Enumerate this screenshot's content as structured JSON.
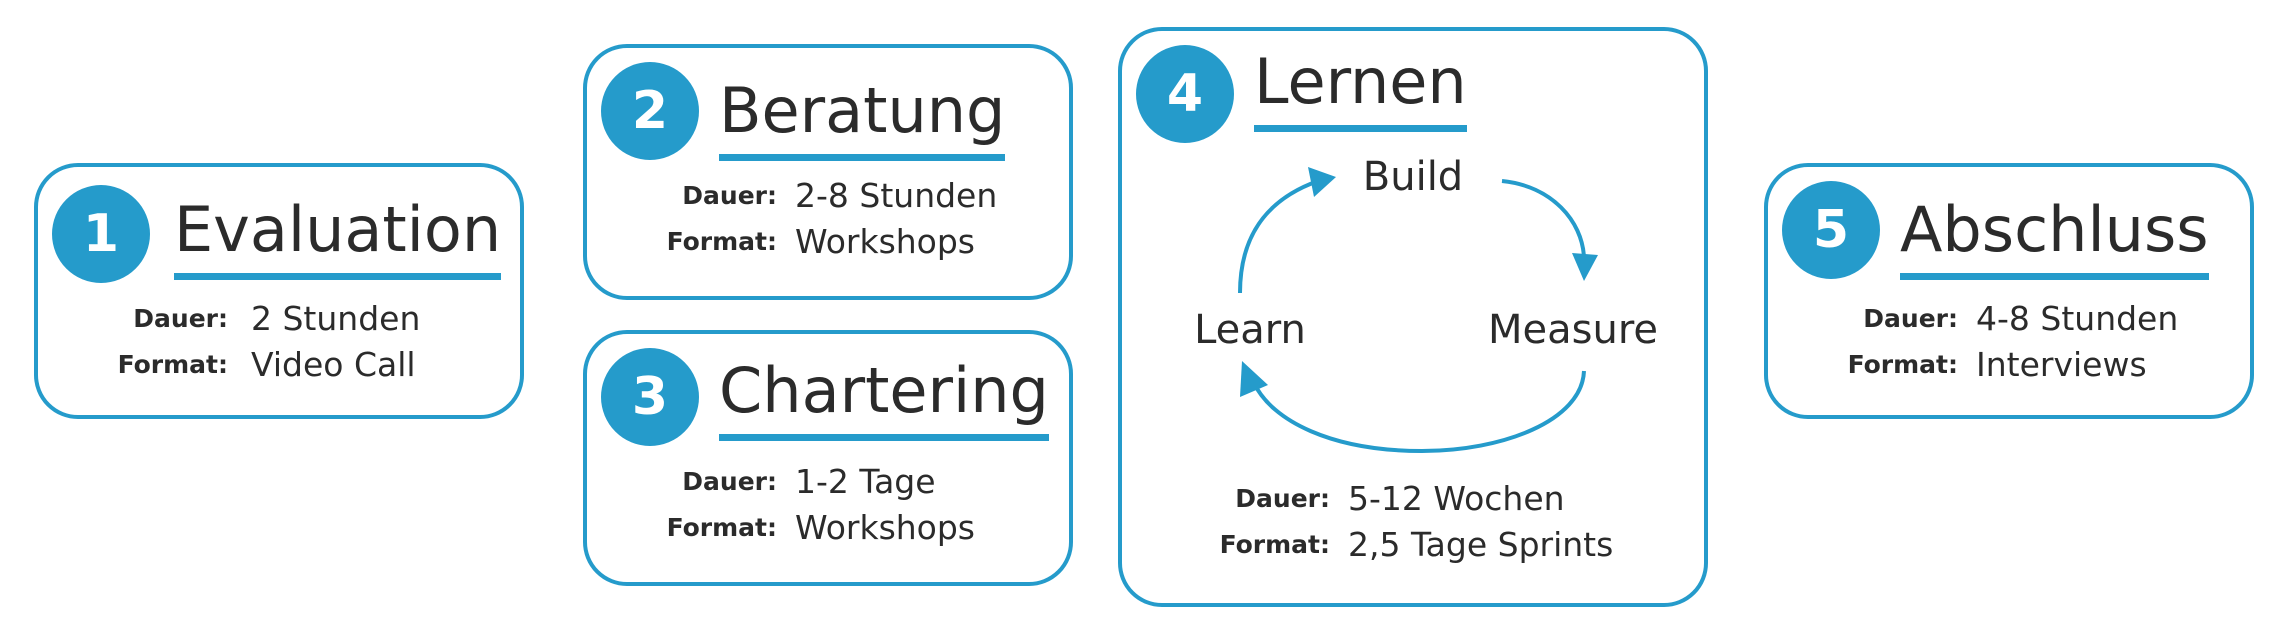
{
  "steps": [
    {
      "number": "1",
      "title": "Evaluation",
      "duration_label": "Dauer:",
      "duration": "2 Stunden",
      "format_label": "Format:",
      "format": "Video Call"
    },
    {
      "number": "2",
      "title": "Beratung",
      "duration_label": "Dauer:",
      "duration": "2-8 Stunden",
      "format_label": "Format:",
      "format": "Workshops"
    },
    {
      "number": "3",
      "title": "Chartering",
      "duration_label": "Dauer:",
      "duration": "1-2 Tage",
      "format_label": "Format:",
      "format": "Workshops"
    },
    {
      "number": "4",
      "title": "Lernen",
      "duration_label": "Dauer:",
      "duration": "5-12 Wochen",
      "format_label": "Format:",
      "format": "2,5 Tage Sprints",
      "cycle": {
        "build": "Build",
        "measure": "Measure",
        "learn": "Learn"
      }
    },
    {
      "number": "5",
      "title": "Abschluss",
      "duration_label": "Dauer:",
      "duration": "4-8 Stunden",
      "format_label": "Format:",
      "format": "Interviews"
    }
  ],
  "accent_color": "#259bcb"
}
